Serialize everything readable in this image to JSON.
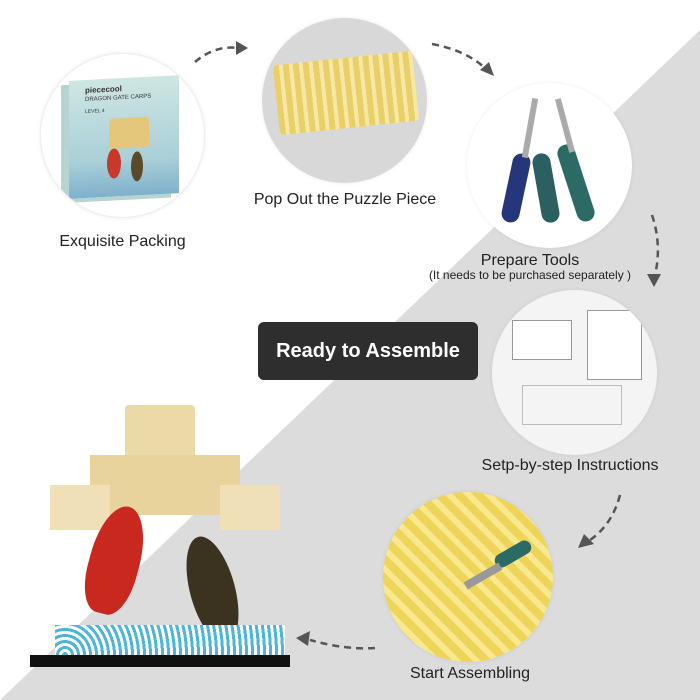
{
  "steps": [
    {
      "label": "Exquisite Packing"
    },
    {
      "label": "Pop Out the Puzzle Piece"
    },
    {
      "label": "Prepare Tools",
      "note": "(It needs to be purchased separately  )"
    },
    {
      "label": "Setp-by-step Instructions"
    },
    {
      "label": "Start Assembling"
    }
  ],
  "center_button": "Ready to Assemble",
  "package": {
    "brand": "piececool",
    "title": "DRAGON GATE CARPS",
    "level": "LEVEL 4"
  },
  "colors": {
    "background_band": "#dcdcdc",
    "button": "#2e2e2e",
    "arrow": "#555555"
  }
}
